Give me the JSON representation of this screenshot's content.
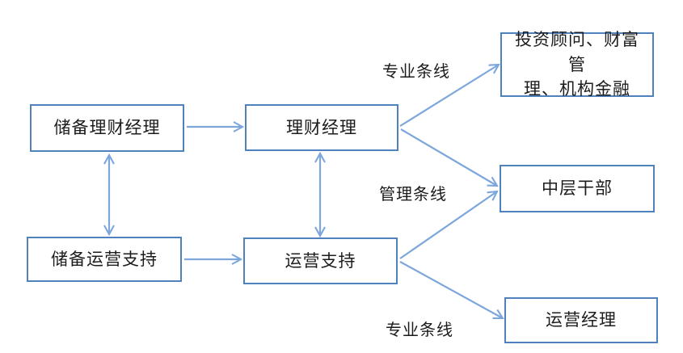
{
  "diagram": {
    "colors": {
      "box_border": "#4f81bd",
      "arrow": "#7da7dc",
      "text": "#1c1c1c",
      "background": "#ffffff"
    },
    "nodes": {
      "reserve_wealth_manager": {
        "label": "储备理财经理"
      },
      "reserve_ops_support": {
        "label": "储备运营支持"
      },
      "wealth_manager": {
        "label": "理财经理"
      },
      "ops_support": {
        "label": "运营支持"
      },
      "advisor_wealth_institutional": {
        "label": "投资顾问、财富管\n理、机构金融"
      },
      "middle_cadre": {
        "label": "中层干部"
      },
      "ops_manager": {
        "label": "运营经理"
      }
    },
    "edge_labels": {
      "professional_top": "专业条线",
      "management": "管理条线",
      "professional_bottom": "专业条线"
    },
    "edges": [
      {
        "from": "储备理财经理",
        "to": "理财经理",
        "style": "arrow"
      },
      {
        "from": "储备运营支持",
        "to": "运营支持",
        "style": "arrow"
      },
      {
        "from": "储备理财经理",
        "to": "储备运营支持",
        "style": "double-arrow"
      },
      {
        "from": "理财经理",
        "to": "运营支持",
        "style": "double-arrow"
      },
      {
        "from": "理财经理",
        "to": "投资顾问、财富管理、机构金融",
        "label": "专业条线",
        "style": "arrow"
      },
      {
        "from": "理财经理",
        "to": "中层干部",
        "label": "管理条线",
        "style": "arrow"
      },
      {
        "from": "运营支持",
        "to": "中层干部",
        "label": "管理条线",
        "style": "arrow"
      },
      {
        "from": "运营支持",
        "to": "运营经理",
        "label": "专业条线",
        "style": "arrow"
      }
    ]
  }
}
